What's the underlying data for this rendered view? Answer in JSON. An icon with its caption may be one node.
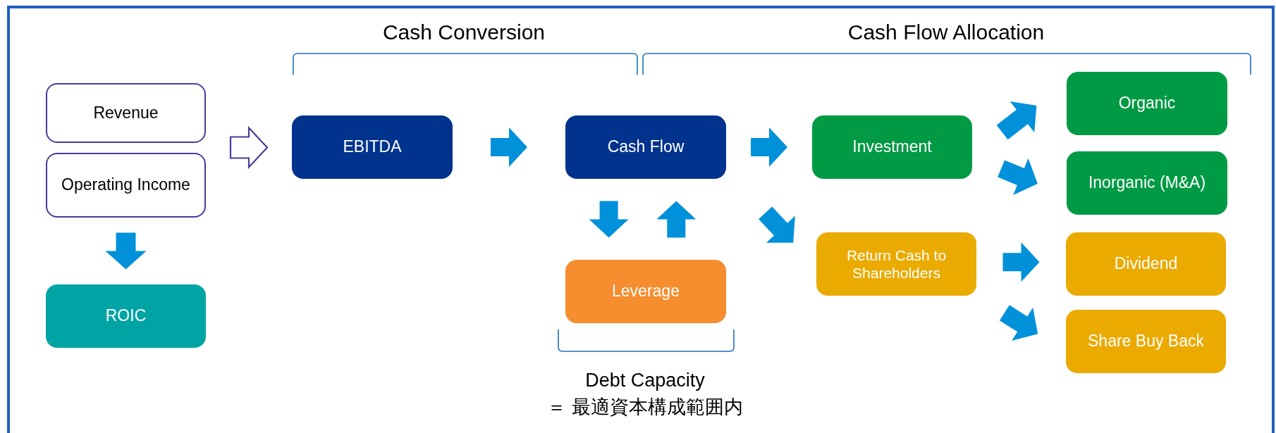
{
  "diagram": {
    "nodes": [
      {
        "text": [
          "Revenue"
        ]
      },
      {
        "text": [
          "Operating Income"
        ]
      },
      {
        "text": [
          "ROIC"
        ]
      },
      {
        "text": [
          "EBITDA"
        ]
      },
      {
        "text": [
          "Cash Flow"
        ]
      },
      {
        "text": [
          "Leverage"
        ]
      },
      {
        "text": [
          "Investment"
        ]
      },
      {
        "text": [
          "Return Cash to Shareholders"
        ]
      },
      {
        "text": [
          "Organic"
        ]
      },
      {
        "text": [
          "Inorganic (M&A)"
        ]
      },
      {
        "text": [
          "Dividend"
        ]
      },
      {
        "text": [
          "Share Buy Back"
        ]
      }
    ],
    "edges": [
      {
        "from": 0,
        "to": 3,
        "arrow": "to",
        "color": "#4b3a9a"
      },
      {
        "from": 1,
        "to": 3,
        "arrow": "to",
        "color": "#4b3a9a"
      },
      {
        "from": 1,
        "to": 2,
        "arrow": "to"
      },
      {
        "from": 3,
        "to": 4,
        "arrow": "to"
      },
      {
        "from": 4,
        "to": 5,
        "arrow": "to"
      },
      {
        "from": 5,
        "to": 4,
        "arrow": "to"
      },
      {
        "from": 4,
        "to": 6,
        "arrow": "to"
      },
      {
        "from": 4,
        "to": 7,
        "arrow": "to"
      },
      {
        "from": 6,
        "to": 8,
        "arrow": "to"
      },
      {
        "from": 6,
        "to": 9,
        "arrow": "to"
      },
      {
        "from": 7,
        "to": 10,
        "arrow": "to"
      },
      {
        "from": 7,
        "to": 11,
        "arrow": "to"
      }
    ],
    "labels": [
      "Cash Conversion",
      "Cash Flow Allocation",
      "Debt Capacity",
      "＝ 最適資本構成範囲内"
    ]
  }
}
